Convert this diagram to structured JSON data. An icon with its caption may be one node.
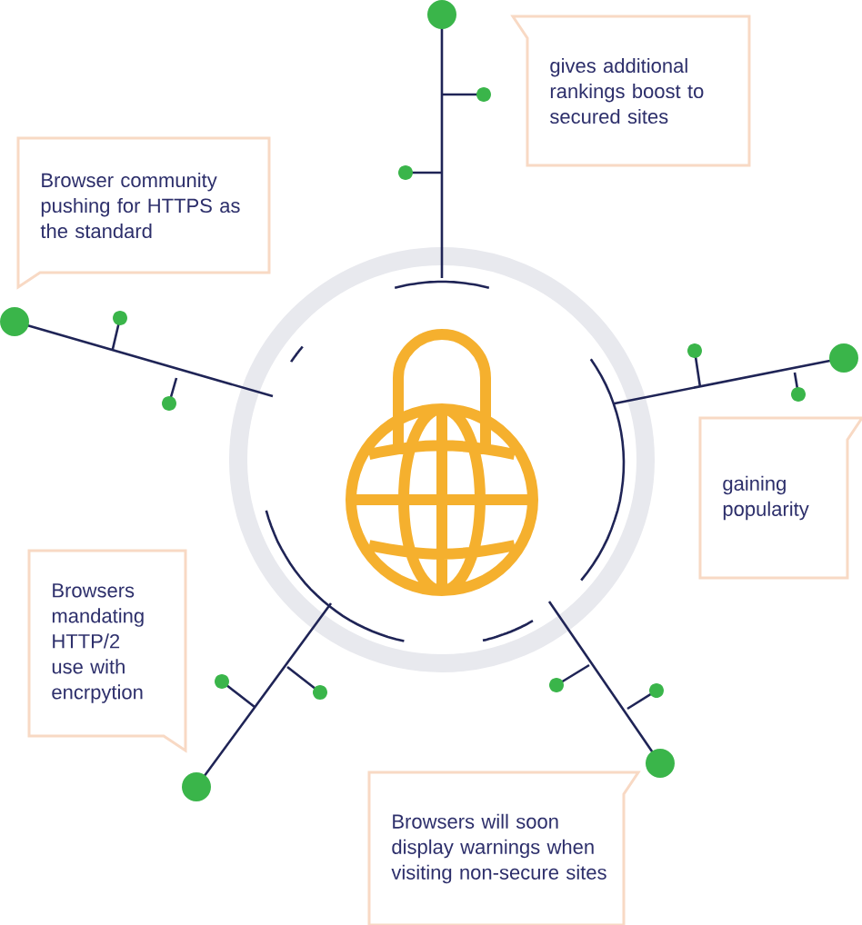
{
  "diagram": {
    "nodes": [
      {
        "text": [
          "gives additional rankings boost to secured sites"
        ]
      },
      {
        "text": [
          "Browser community pushing for HTTPS as the standard"
        ]
      },
      {
        "text": [
          "gaining popularity"
        ]
      },
      {
        "text": [
          "Browsers mandating HTTP/2 use with encrpytion"
        ]
      },
      {
        "text": [
          "Browsers will soon display warnings when visiting non-secure sites"
        ]
      }
    ]
  }
}
